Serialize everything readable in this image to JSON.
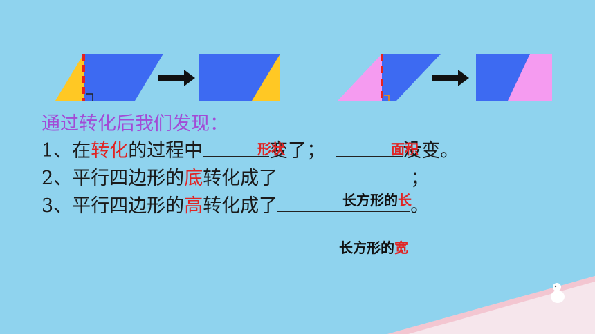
{
  "intro": "通过转化后我们发现：",
  "line1": {
    "num": "1、在",
    "hl": "转化",
    "mid": "的过程中",
    "after": "变了；",
    "end": "没变。"
  },
  "line2": {
    "pre": "2、平行四边形的",
    "hl": "底",
    "post": "转化成了",
    "end": "；"
  },
  "line3": {
    "pre": "3、平行四边形的",
    "hl": "高",
    "post": "转化成了",
    "end": "。"
  },
  "answers": {
    "shape": "形状",
    "area": "面积",
    "length_pre": "长方形的",
    "length_hl": "长",
    "width_pre": "长方形的",
    "width_hl": "宽"
  },
  "colors": {
    "blue": "#3d6af2",
    "yellow": "#ffc824",
    "pink": "#f59bf0",
    "red_dash": "#e8231e",
    "bg": "#8fd3ee"
  }
}
